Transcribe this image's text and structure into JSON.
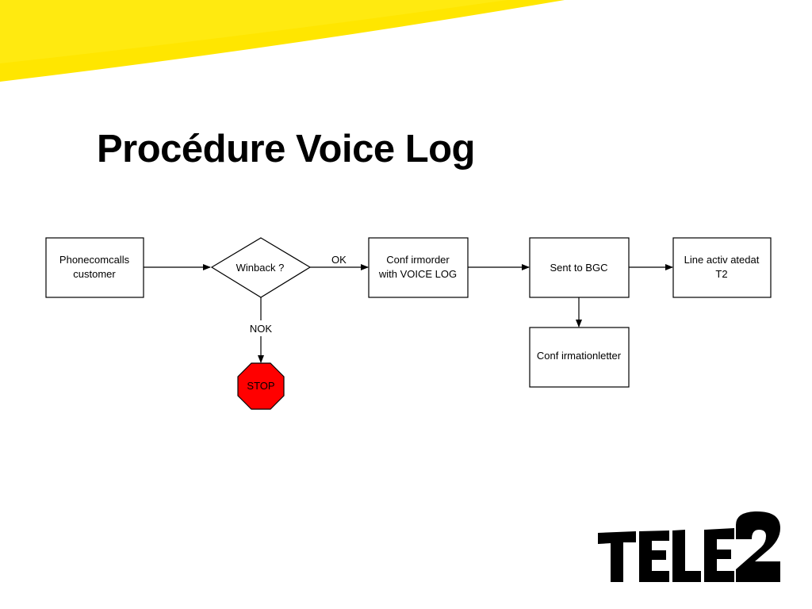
{
  "slide": {
    "title": "Procédure Voice Log",
    "banner_color": "#FFE600",
    "logo_text": "TELE2"
  },
  "flowchart": {
    "nodes": {
      "phone": {
        "line1": "Phonecomcalls",
        "line2": "customer"
      },
      "winback": {
        "line1": "Winback  ?"
      },
      "confirm": {
        "line1": "Conf irmorder",
        "line2": "with VOICE LOG"
      },
      "sent": {
        "line1": "Sent to BGC"
      },
      "line": {
        "line1": "Line activ atedat",
        "line2": "T2"
      },
      "letter": {
        "line1": "Conf irmationletter"
      },
      "stop": {
        "line1": "STOP"
      }
    },
    "edges": {
      "ok_label": "OK",
      "nok_label": "NOK"
    },
    "colors": {
      "stop_fill": "#FF0000",
      "stroke": "#000000"
    }
  }
}
